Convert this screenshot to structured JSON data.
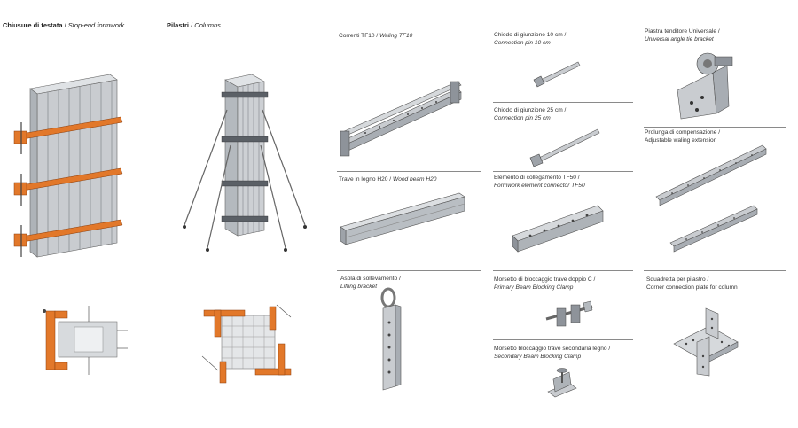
{
  "sections": {
    "stop_end": {
      "title": "Chiusure di testata",
      "separator": " / ",
      "subtitle": "Stop-end formwork"
    },
    "columns": {
      "title": "Pilastri",
      "separator": " / ",
      "subtitle": "Columns"
    }
  },
  "components": {
    "waling": {
      "it": "Correnti TF10",
      "sep": " / ",
      "en": "Waling TF10"
    },
    "pin10": {
      "it": "Chiodo di giunzione 10 cm /",
      "en": "Connection pin 10 cm"
    },
    "angle_tie": {
      "it": "Piastra tenditore Universale /",
      "en": "Universal angle tie bracket"
    },
    "pin25": {
      "it": "Chiodo di giunzione 25 cm /",
      "en": "Connection pin 25 cm"
    },
    "waling_ext": {
      "it": "Prolunga di compensazione /",
      "en": "Adjustable waling extension"
    },
    "wood_beam": {
      "it": "Trave in legno H20",
      "sep": " / ",
      "en": "Wood beam H20"
    },
    "connector": {
      "it": "Elemento di collegamento TF50 /",
      "en": "Formwork element connector TF50"
    },
    "lifting": {
      "it": "Asola di sollevamento /",
      "en": "Lifting bracket"
    },
    "primary_clamp": {
      "it": "Morsetto di bloccaggio trave doppio C /",
      "en": "Primary Beam Blocking Clamp"
    },
    "corner_plate": {
      "it": "Squadretta per pilastro /",
      "en": "Corner connection plate for column"
    },
    "secondary_clamp": {
      "it": "Morsetto bloccaggio trave secondaria legno /",
      "en": "Secondary Beam Blocking Clamp"
    }
  },
  "colors": {
    "steel": "#c9ccd0",
    "steel_dark": "#8e939a",
    "orange": "#e2782a",
    "line": "#555555"
  }
}
